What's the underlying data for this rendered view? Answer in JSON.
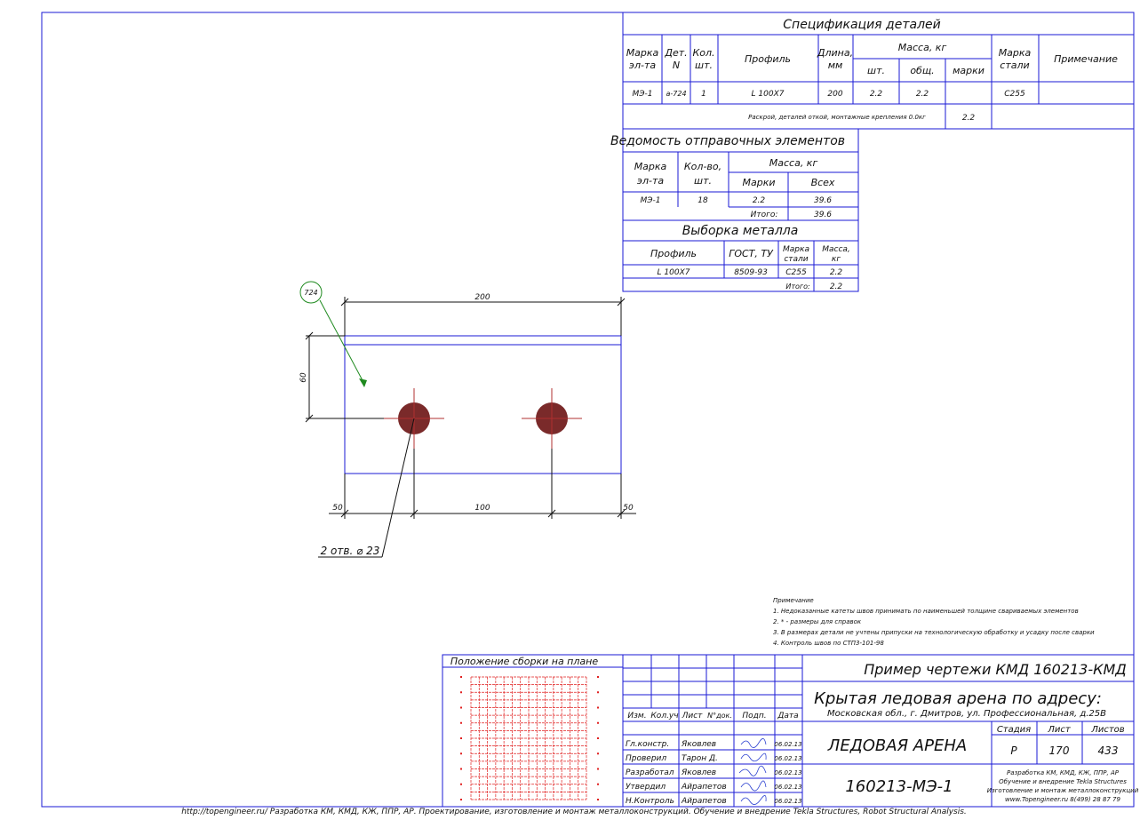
{
  "spec": {
    "title": "Спецификация деталей",
    "headers": {
      "mark": [
        "Марка",
        "эл-та"
      ],
      "det": [
        "Дет.",
        "N"
      ],
      "qty": [
        "Кол.",
        "шт."
      ],
      "profile": "Профиль",
      "length": [
        "Длина,",
        "мм"
      ],
      "mass": "Масса, кг",
      "mass_pc": "шт.",
      "mass_total": "общ.",
      "mass_mark": "марки",
      "steel": [
        "Марка",
        "стали"
      ],
      "note": "Примечание"
    },
    "row": {
      "mark": "МЭ-1",
      "det": "а-724",
      "qty": "1",
      "profile": "L 100X7",
      "length": "200",
      "mass_pc": "2.2",
      "mass_total": "2.2",
      "steel": "С255"
    },
    "summary_label": "Раскрой, деталей откой, монтажные крепления 0.0кг",
    "summary_value": "2.2"
  },
  "shipping": {
    "title": "Ведомость отправочных элементов",
    "headers": {
      "mark": [
        "Марка",
        "эл-та"
      ],
      "qty": [
        "Кол-во,",
        "шт."
      ],
      "mass": "Масса, кг",
      "mass_mark": "Марки",
      "mass_all": "Всех"
    },
    "row": {
      "mark": "МЭ-1",
      "qty": "18",
      "mass_mark": "2.2",
      "mass_all": "39.6"
    },
    "total_label": "Итого:",
    "total_value": "39.6"
  },
  "metal": {
    "title": "Выборка металла",
    "headers": {
      "profile": "Профиль",
      "gost": "ГОСТ, ТУ",
      "steel": [
        "Марка",
        "стали"
      ],
      "mass": [
        "Масса,",
        "кг"
      ]
    },
    "row": {
      "profile": "L 100X7",
      "gost": "8509-93",
      "steel": "С255",
      "mass": "2.2"
    },
    "total_label": "Итого:",
    "total_value": "2.2"
  },
  "drawing": {
    "balloon": "724",
    "dim_width": "200",
    "dim_height": "60",
    "dim_left": "50",
    "dim_mid": "100",
    "dim_right": "50",
    "holes_label": "2 отв. ⌀ 23",
    "hole_color": "#7a2a2a",
    "leader_color": "#1f8a1f"
  },
  "notes": {
    "title": "Примечание",
    "items": [
      "1. Недоказанные катеты швов принимать по наименьшей толщине свариваемых элементов",
      "2. * - размеры для справок",
      "3. В размерах детали не учтены припуски на технологическую обработку и усадку после сварки",
      "4. Контроль швов по СТП3-101-98"
    ]
  },
  "location": {
    "title": "Положение сборки на плане",
    "grid_color": "#e02020"
  },
  "stamp": {
    "project_code": "Пример чертежи КМД  160213-КМД",
    "object_title": "Крытая ледовая арена по адресу:",
    "object_address": "Московская обл., г. Дмитров, ул. Профессиональная, д.25В",
    "sheet_title": "ЛЕДОВАЯ АРЕНА",
    "doc_code": "160213-МЭ-1",
    "stage_header": "Стадия",
    "sheet_header": "Лист",
    "sheets_header": "Листов",
    "stage": "Р",
    "sheet": "170",
    "sheets": "433",
    "col_headers": [
      "Изм.",
      "Кол.уч",
      "Лист",
      "N°док.",
      "Подп.",
      "Дата"
    ],
    "roles": [
      {
        "role": "Гл.констр.",
        "name": "Яковлев",
        "date": "06.02.13"
      },
      {
        "role": "Проверил",
        "name": "Тарон Д.",
        "date": "06.02.13"
      },
      {
        "role": "Разработал",
        "name": "Яковлев",
        "date": "06.02.13"
      },
      {
        "role": "Утвердил",
        "name": "Айрапетов",
        "date": "06.02.13"
      },
      {
        "role": "Н.Контроль",
        "name": "Айрапетов",
        "date": "06.02.13"
      }
    ],
    "company": [
      "Разработка КМ, КМД, КЖ, ППР, АР",
      "Обучение  и внедрение Tekla Structures",
      "Изготовление и монтаж металлоконструкций",
      "www.Topengineer.ru           8(499) 28 87 79"
    ]
  },
  "footer": "http://topengineer.ru/  Разработка КМ, КМД, КЖ, ППР, АР. Проектирование, изготовление и монтаж металлоконструкций. Обучение и внедрение Tekla Structures, Robot Structural Analysis."
}
